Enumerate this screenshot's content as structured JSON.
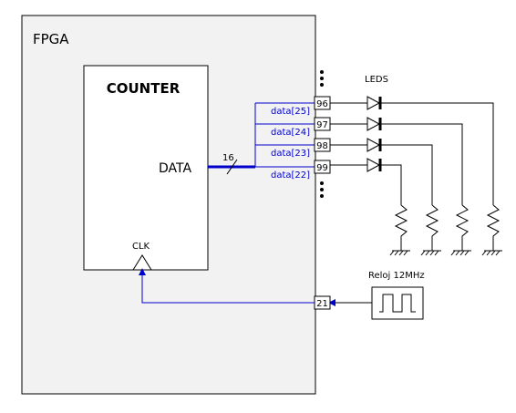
{
  "fpga": {
    "label": "FPGA"
  },
  "counter": {
    "title": "COUNTER",
    "data_port": "DATA",
    "clk_port": "CLK"
  },
  "bus": {
    "width": "16"
  },
  "signals": [
    {
      "name": "data[25]",
      "pin": "96"
    },
    {
      "name": "data[24]",
      "pin": "97"
    },
    {
      "name": "data[23]",
      "pin": "98"
    },
    {
      "name": "data[22]",
      "pin": "99"
    }
  ],
  "leds": {
    "label": "LEDS"
  },
  "clock": {
    "label": "Reloj 12MHz",
    "pin": "21"
  },
  "colors": {
    "signal": "#0000cc",
    "fpga_fill": "#f2f2f2",
    "stroke": "#000000"
  }
}
